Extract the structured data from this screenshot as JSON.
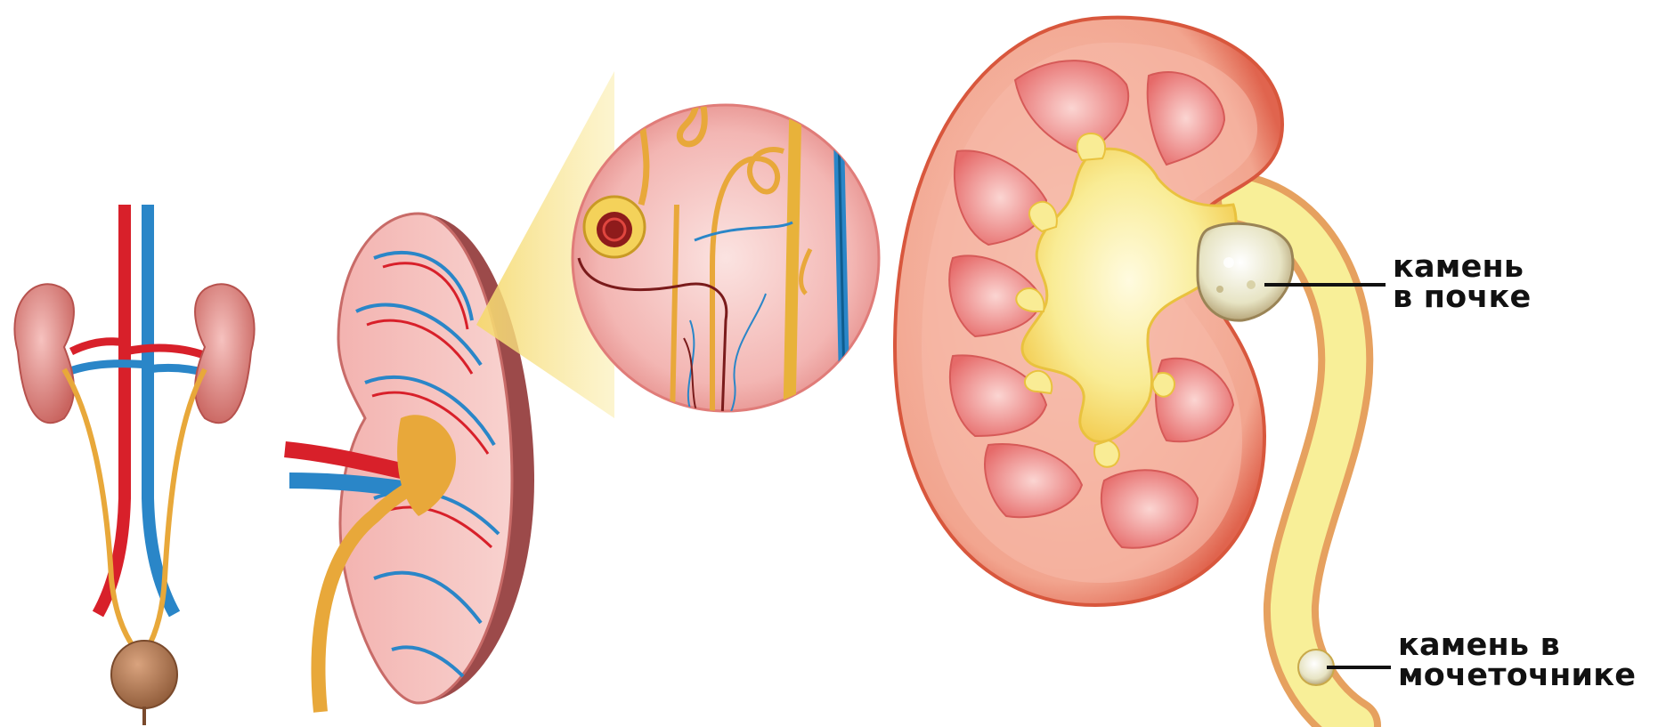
{
  "labels": {
    "kidney_stone": {
      "line1": "камень",
      "line2": "в почке"
    },
    "ureter_stone": {
      "line1": "камень в",
      "line2": "мочеточнике"
    }
  },
  "colors": {
    "artery": "#d8202a",
    "vein": "#2a86c8",
    "ureter": "#e8a83a",
    "kidney_tissue": "#f2a7a4",
    "kidney_outer": "#e2725e",
    "pelvis_yellow": "#f7e27a",
    "bladder": "#b8805a",
    "stone": "#f0efd8"
  }
}
